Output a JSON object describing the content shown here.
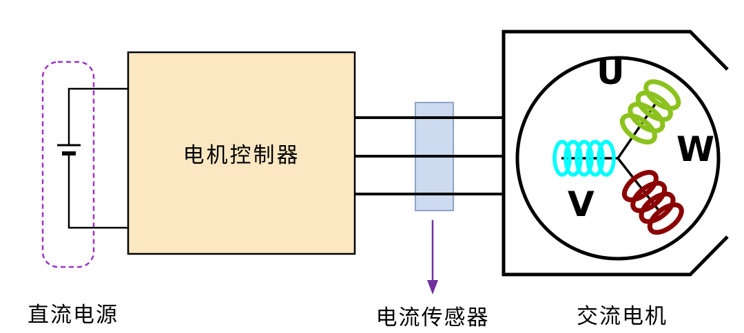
{
  "dc_source": {
    "label": "直流电源",
    "outline_color": "#9933CC"
  },
  "controller": {
    "label": "电机控制器",
    "fill": "#FBE7C2",
    "border": "#000000"
  },
  "current_sensor": {
    "label": "电流传感器",
    "fill": "#CDDAF0",
    "border": "#8DA3C5",
    "arrow_color": "#7030A0"
  },
  "motor": {
    "label": "交流电机",
    "outline_color": "#000000",
    "phases": [
      {
        "name": "U",
        "coil_color": "#8CC21E"
      },
      {
        "name": "V",
        "coil_color": "#00FFFF"
      },
      {
        "name": "W",
        "coil_color": "#8B0000"
      }
    ]
  },
  "wires": {
    "color": "#000000"
  }
}
